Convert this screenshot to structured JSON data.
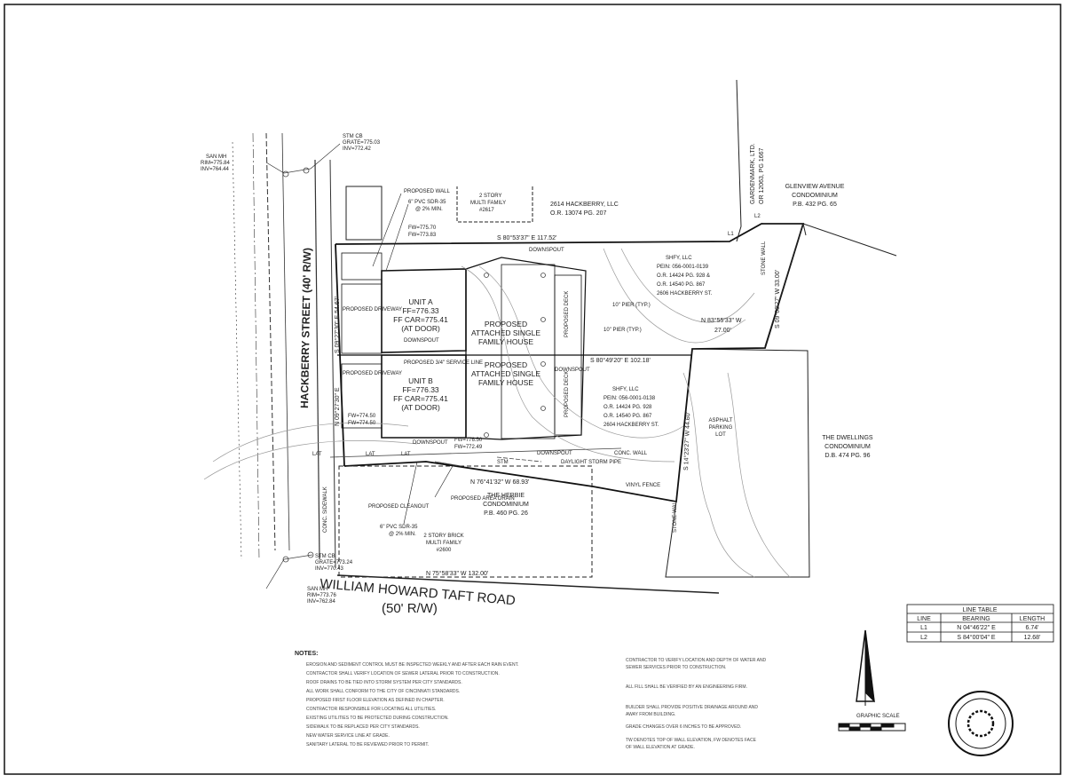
{
  "sheet": {
    "street_name": "HACKBERRY STREET (40' R/W)",
    "road_name": "WILLIAM HOWARD TAFT ROAD",
    "road_rw": "(50' R/W)",
    "units": [
      {
        "name": "UNIT A",
        "ff": "FF=776.33",
        "ff_car": "FF CAR=775.41",
        "note": "(AT DOOR)"
      },
      {
        "name": "UNIT B",
        "ff": "FF=776.33",
        "ff_car": "FF CAR=775.41",
        "note": "(AT DOOR)"
      }
    ],
    "house_labels": [
      [
        "PROPOSED",
        "ATTACHED SINGLE",
        "FAMILY HOUSE"
      ],
      [
        "PROPOSED",
        "ATTACHED SINGLE",
        "FAMILY HOUSE"
      ]
    ],
    "owners": {
      "north_owner": [
        "2614 HACKBERRY, LLC",
        "O.R. 13074 PG. 207"
      ],
      "north_bldg": [
        "2 STORY",
        "MULTI FAMILY",
        "#2617"
      ],
      "east_a": [
        "SHFY, LLC",
        "PEIN: 056-0001-0139",
        "O.R. 14424 PG. 928 &",
        "O.R. 14540 PG. 867",
        "2606 HACKBERRY ST."
      ],
      "east_b": [
        "SHFY, LLC",
        "PEIN: 056-0001-0138",
        "O.R. 14424 PG. 928",
        "O.R. 14540 PG. 867",
        "2604 HACKBERRY ST."
      ],
      "south": [
        "THE HERBIE",
        "CONDOMINIUM",
        "P.B. 460 PG. 26"
      ],
      "south_bldg": [
        "2 STORY BRICK",
        "MULTI FAMILY",
        "#2600"
      ],
      "far_east": [
        "THE DWELLINGS",
        "CONDOMINIUM",
        "D.B. 474 PG. 96"
      ],
      "glenview": [
        "GLENVIEW AVENUE",
        "CONDOMINIUM",
        "P.B. 432 PG. 65"
      ],
      "gardenmark": [
        "GARDENMARK, LTD.",
        "OR 12063, PG 1667"
      ],
      "asphalt": [
        "ASPHALT",
        "PARKING",
        "LOT"
      ]
    },
    "bearings": {
      "north": "S 80°53'37\" E  117.52'",
      "middle": "S 80°49'20\" E  102.18'",
      "south1": "N 76°41'32\" W  68.93'",
      "south2": "N 75°58'33\" W  132.00'",
      "east1": "N 83°55'33\" W",
      "east1_len": "27.00'",
      "east2": "S 09°03'27\" W  33.00'",
      "east3": "S 14°23'27\" W  44.60'",
      "west1": "S 09°27'30\" E  54.67'",
      "west2": "N 09°27'30\" E"
    },
    "labels": {
      "proposed_wall": "PROPOSED WALL",
      "pvc_top": "6\" PVC SDR-35",
      "pvc_min": "@ 2% MIN.",
      "pvc_bottom": "6\" PVC SDR-35",
      "pvc_bottom_min": "@ 2% MIN.",
      "downspout": "DOWNSPOUT",
      "proposed_deck": "PROPOSED DECK",
      "pier": "10\" PIER (TYP.)",
      "service_line": "PROPOSED 3/4\" SERVICE LINE",
      "proposed_driveway": "PROPOSED DRIVEWAY",
      "proposed_cleanout": "PROPOSED CLEANOUT",
      "proposed_area_drain": "PROPOSED AREA DRAIN",
      "daylight_storm": "DAYLIGHT STORM PIPE",
      "stm": "STM",
      "lat": "LAT",
      "conc_sidewalk": "CONC. SIDEWALK",
      "conc_wall": "CONC. WALL",
      "vinyl_fence": "VINYL FENCE",
      "stone_wall": "STONE WALL",
      "san_mh_top": [
        "SAN MH",
        "RIM=775.84",
        "INV=764.44"
      ],
      "stm_cb": [
        "STM CB",
        "GRATE=775.03",
        "INV=772.42"
      ],
      "san_mh_bottom": [
        "SAN MH",
        "RIM=773.76",
        "INV=762.84"
      ],
      "stm_cb_bottom": [
        "STM CB",
        "GRATE=773.24",
        "INV=770.43"
      ],
      "elev_top": [
        "FW=775.70",
        "FW=773.83"
      ],
      "elev_mid": [
        "FW=774.50",
        "FW=774.50"
      ],
      "elev_bottom": [
        "FW=776.50",
        "FW=772.49"
      ],
      "l1": "L1",
      "l2": "L2"
    },
    "line_table": {
      "title": "LINE TABLE",
      "headers": [
        "LINE",
        "BEARING",
        "LENGTH"
      ],
      "rows": [
        [
          "L1",
          "N 04°46'22\" E",
          "6.74'"
        ],
        [
          "L2",
          "S 84°00'04\" E",
          "12.68'"
        ]
      ]
    },
    "scale_label": "GRAPHIC SCALE",
    "notes_title": "NOTES:",
    "notes_left": [
      "EROSION AND SEDIMENT CONTROL MUST BE INSPECTED WEEKLY AND AFTER EACH RAIN EVENT.",
      "CONTRACTOR SHALL VERIFY LOCATION OF SEWER LATERAL PRIOR TO CONSTRUCTION.",
      "ROOF DRAINS TO BE TIED INTO STORM SYSTEM PER CITY STANDARDS.",
      "ALL WORK SHALL CONFORM TO THE CITY OF CINCINNATI STANDARDS.",
      "PROPOSED FIRST FLOOR ELEVATION AS DEFINED IN CHAPTER.",
      "CONTRACTOR RESPONSIBLE FOR LOCATING ALL UTILITIES.",
      "EXISTING UTILITIES TO BE PROTECTED DURING CONSTRUCTION.",
      "SIDEWALK TO BE REPLACED PER CITY STANDARDS.",
      "NEW WATER SERVICE LINE AT GRADE.",
      "SANITARY LATERAL TO BE REVIEWED PRIOR TO PERMIT."
    ],
    "notes_right": [
      "CONTRACTOR TO VERIFY LOCATION AND DEPTH OF WATER AND",
      "SEWER SERVICES PRIOR TO CONSTRUCTION.",
      "ALL FILL SHALL BE VERIFIED BY AN ENGINEERING FIRM.",
      "BUILDER SHALL PROVIDE POSITIVE DRAINAGE AROUND AND",
      "AWAY FROM BUILDING.",
      "GRADE CHANGES OVER 6 INCHES TO BE APPROVED.",
      "TW DENOTES TOP OF WALL ELEVATION, FW DENOTES FACE",
      "OF WALL ELEVATION AT GRADE."
    ]
  }
}
